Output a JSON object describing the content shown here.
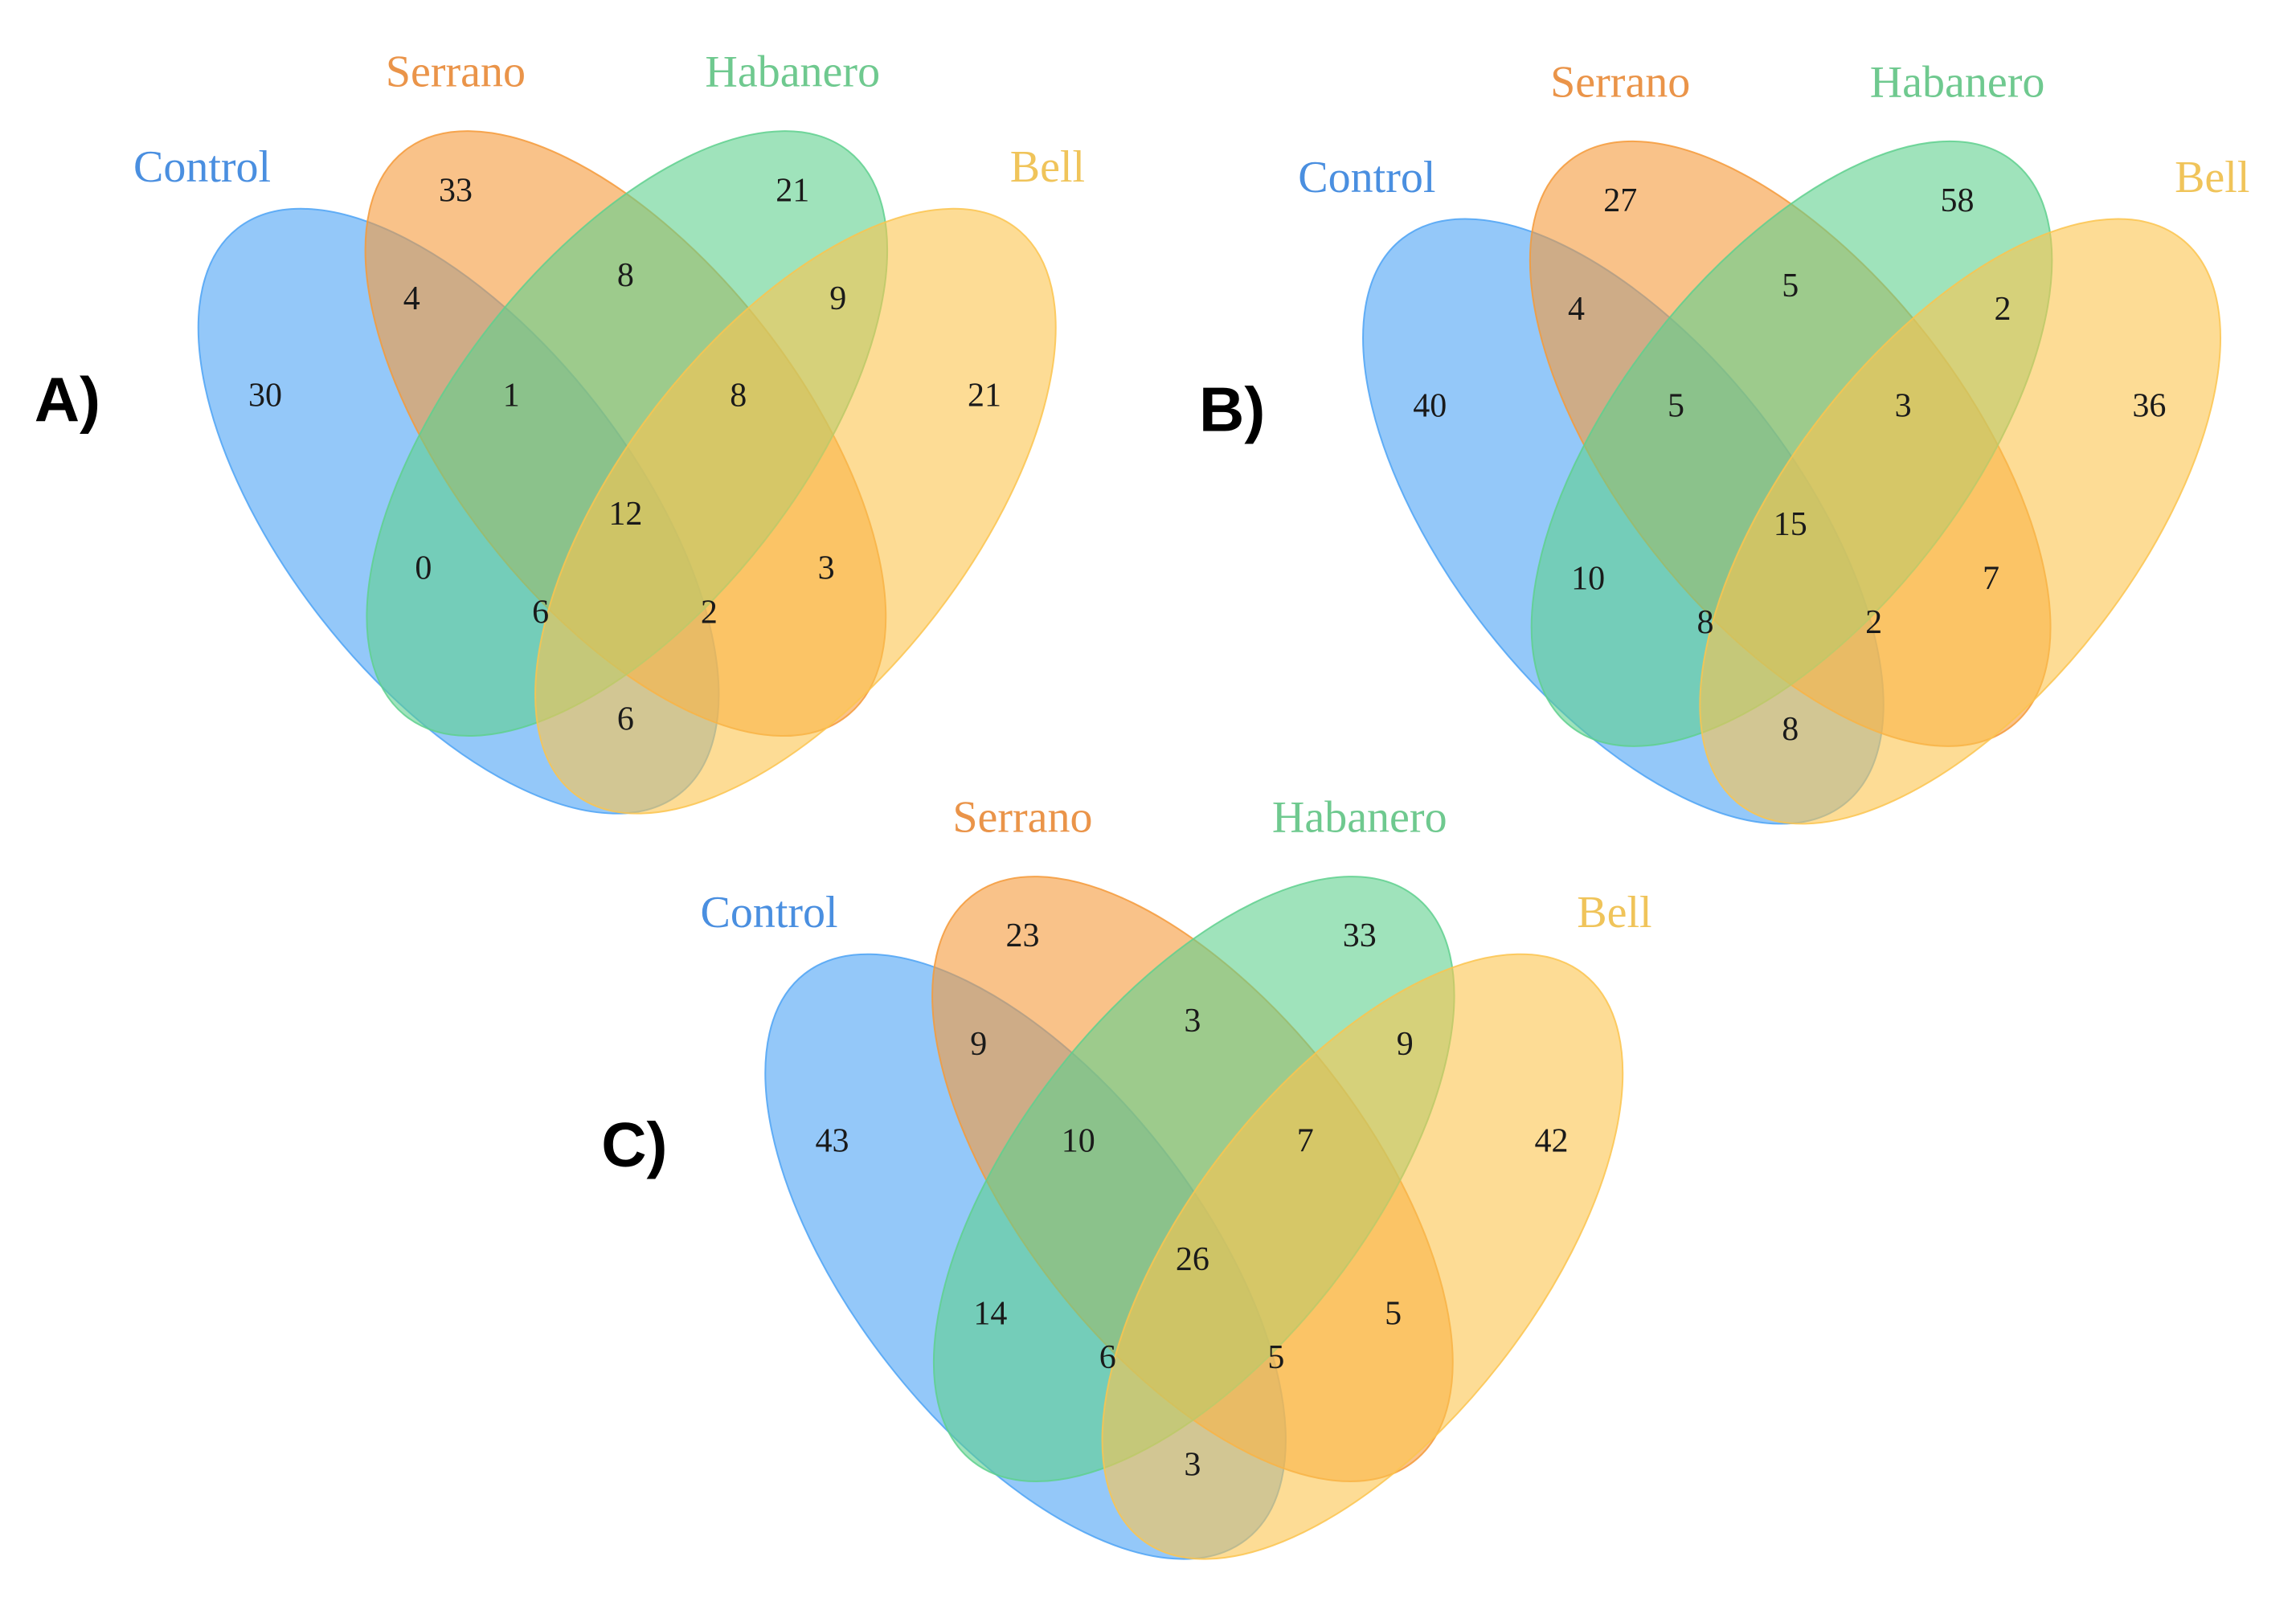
{
  "sets": [
    {
      "key": "control",
      "label": "Control",
      "color": "#4da3f5",
      "label_color": "#4a8fe0"
    },
    {
      "key": "serrano",
      "label": "Serrano",
      "color": "#f59a3a",
      "label_color": "#ea9449"
    },
    {
      "key": "habanero",
      "label": "Habanero",
      "color": "#5fd08e",
      "label_color": "#6fc98f"
    },
    {
      "key": "bell",
      "label": "Bell",
      "color": "#fcc44f",
      "label_color": "#f0c45a"
    }
  ],
  "panels": [
    {
      "letter": "A)",
      "counts": {
        "control_only": "30",
        "serrano_only": "33",
        "habanero_only": "21",
        "bell_only": "21",
        "control_serrano": "4",
        "serrano_habanero": "8",
        "habanero_bell": "9",
        "control_habanero": "0",
        "control_bell": "6",
        "serrano_bell": "3",
        "control_serrano_habanero": "1",
        "serrano_habanero_bell": "8",
        "control_habanero_bell": "6",
        "control_serrano_bell": "2",
        "all_four": "12"
      }
    },
    {
      "letter": "B)",
      "counts": {
        "control_only": "40",
        "serrano_only": "27",
        "habanero_only": "58",
        "bell_only": "36",
        "control_serrano": "4",
        "serrano_habanero": "5",
        "habanero_bell": "2",
        "control_habanero": "10",
        "control_bell": "8",
        "serrano_bell": "7",
        "control_serrano_habanero": "5",
        "serrano_habanero_bell": "3",
        "control_habanero_bell": "8",
        "control_serrano_bell": "2",
        "all_four": "15"
      }
    },
    {
      "letter": "C)",
      "counts": {
        "control_only": "43",
        "serrano_only": "23",
        "habanero_only": "33",
        "bell_only": "42",
        "control_serrano": "9",
        "serrano_habanero": "3",
        "habanero_bell": "9",
        "control_habanero": "14",
        "control_bell": "3",
        "serrano_bell": "5",
        "control_serrano_habanero": "10",
        "serrano_habanero_bell": "7",
        "control_habanero_bell": "6",
        "control_serrano_bell": "5",
        "all_four": "26"
      }
    }
  ]
}
